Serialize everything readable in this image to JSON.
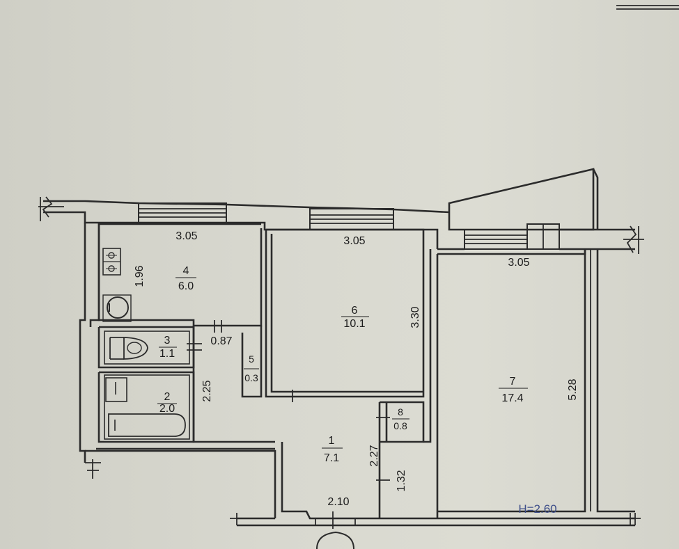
{
  "rooms": [
    {
      "number": "1",
      "area": "7.1"
    },
    {
      "number": "2",
      "area": "2.0"
    },
    {
      "number": "3",
      "area": "1.1"
    },
    {
      "number": "4",
      "area": "6.0"
    },
    {
      "number": "5",
      "area": "0.3"
    },
    {
      "number": "6",
      "area": "10.1"
    },
    {
      "number": "7",
      "area": "17.4"
    },
    {
      "number": "8",
      "area": "0.8"
    }
  ],
  "dimensions": {
    "room4_width": "3.05",
    "room4_height": "1.96",
    "room6_width": "3.05",
    "room6_height": "3.30",
    "room7_width": "3.05",
    "room7_height": "5.28",
    "closet_width": "0.87",
    "bath_height": "2.25",
    "hall_height_a": "2.27",
    "hall_height_b": "1.32",
    "hall_width": "2.10"
  },
  "ceiling_height": "H=2.60",
  "icons": [
    "stove-icon",
    "sink-icon",
    "toilet-icon",
    "bathtub-icon",
    "washbasin-icon",
    "door-arc-icon",
    "wall-break-icon"
  ]
}
